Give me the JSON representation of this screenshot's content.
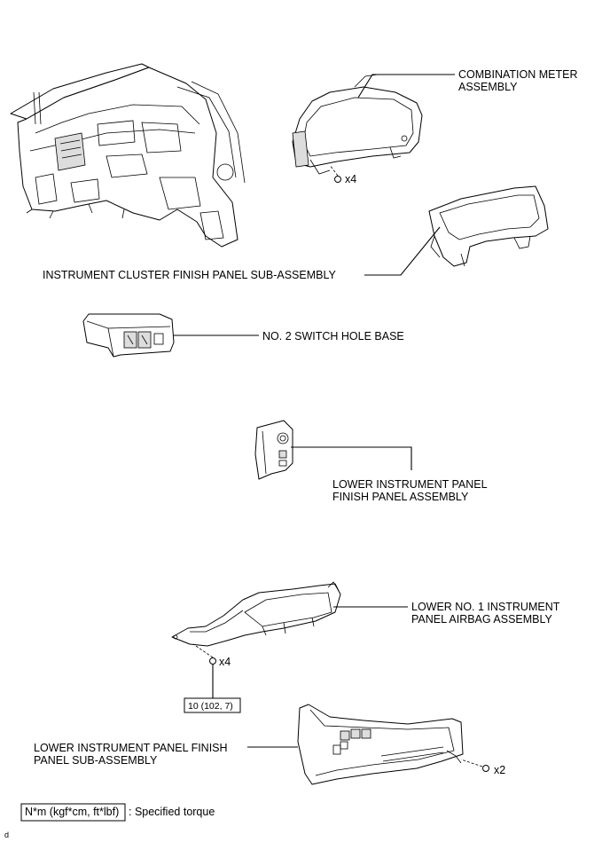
{
  "labels": {
    "combination_meter_line1": "COMBINATION METER",
    "combination_meter_line2": "ASSEMBLY",
    "meter_screw_qty": "x4",
    "cluster_finish_panel": "INSTRUMENT CLUSTER FINISH PANEL SUB-ASSEMBLY",
    "switch_hole_base": "NO. 2 SWITCH HOLE BASE",
    "lower_finish_panel_assy_line1": "LOWER INSTRUMENT PANEL",
    "lower_finish_panel_assy_line2": "FINISH PANEL ASSEMBLY",
    "airbag_line1": "LOWER NO. 1 INSTRUMENT",
    "airbag_line2": "PANEL AIRBAG ASSEMBLY",
    "airbag_bolt_qty": "x4",
    "torque_value": "10 (102, 7)",
    "lower_finish_sub_line1": "LOWER INSTRUMENT PANEL FINISH",
    "lower_finish_sub_line2": "PANEL SUB-ASSEMBLY",
    "sub_assy_screw_qty": "x2"
  },
  "legend": {
    "unit_box": "N*m (kgf*cm, ft*lbf)",
    "description": ": Specified torque"
  },
  "corner_mark": "d"
}
